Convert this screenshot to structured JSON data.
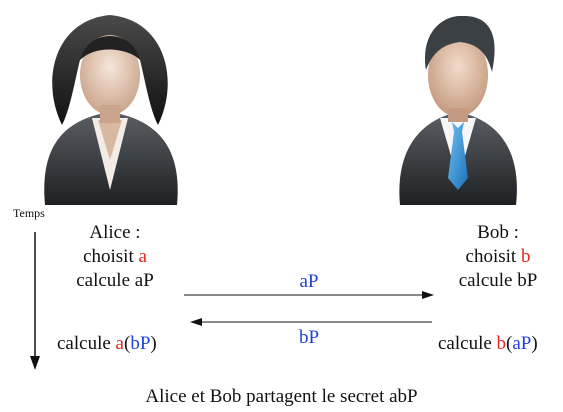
{
  "time_label": "Temps",
  "alice": {
    "name": "Alice :",
    "choose_prefix": "choisit ",
    "choose_var": "a",
    "compute_public": "calcule aP",
    "compute_prefix": "calcule ",
    "compute_var": "a",
    "compute_open": "(",
    "compute_received": "bP",
    "compute_close": ")"
  },
  "bob": {
    "name": "Bob :",
    "choose_prefix": "choisit ",
    "choose_var": "b",
    "compute_public": "calcule bP",
    "compute_prefix": "calcule ",
    "compute_var": "b",
    "compute_open": "(",
    "compute_received": "aP",
    "compute_close": ")"
  },
  "messages": {
    "to_bob": "aP",
    "to_alice": "bP"
  },
  "conclusion": "Alice et Bob partagent le secret abP",
  "colors": {
    "secret": "#e8251f",
    "public": "#1f3fd8"
  }
}
